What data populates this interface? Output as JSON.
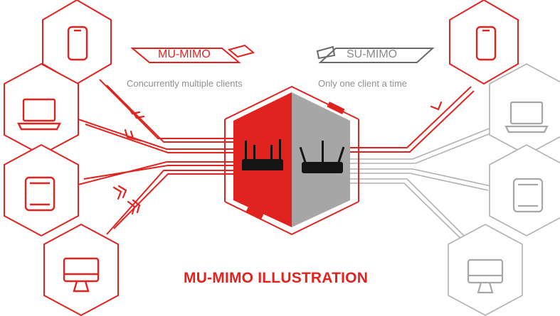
{
  "colors": {
    "accent": "#e0231f",
    "inactive": "#a6a6a6",
    "dark": "#5a5a5a"
  },
  "mu_mimo": {
    "tag": "MU-MIMO",
    "caption": "Concurrently multiple clients"
  },
  "su_mimo": {
    "tag": "SU-MIMO",
    "caption": "Only one client a time"
  },
  "title": "MU-MIMO ILLUSTRATION",
  "left_devices": [
    "phone-icon",
    "laptop-icon",
    "tablet-icon",
    "desktop-icon"
  ],
  "right_devices": [
    "phone-icon",
    "laptop-icon",
    "tablet-icon",
    "desktop-icon"
  ]
}
